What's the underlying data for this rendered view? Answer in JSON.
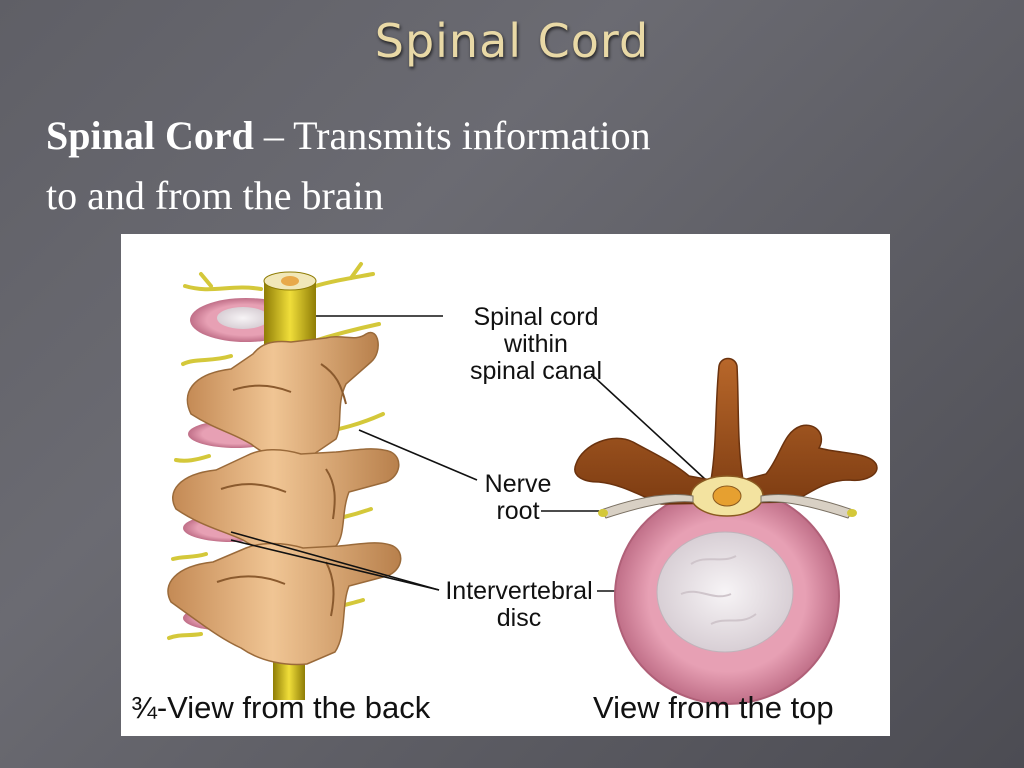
{
  "slide": {
    "title": "Spinal Cord",
    "term": "Spinal Cord",
    "dash": " – ",
    "definition_line1": "Transmits information",
    "definition_line2": "to and from the brain"
  },
  "figure": {
    "labels": {
      "spinal_cord_1": "Spinal cord",
      "spinal_cord_2": "within",
      "spinal_cord_3": "spinal canal",
      "nerve_root_1": "Nerve",
      "nerve_root_2": "root",
      "disc_1": "Intervertebral",
      "disc_2": "disc"
    },
    "captions": {
      "back_view": "¾-View from the back",
      "top_view": "View from the top"
    },
    "colors": {
      "bone": "#e3b27e",
      "bone_dark": "#b9834f",
      "cord": "#d9c21a",
      "disc": "#e49bb0",
      "disc_core": "#ece6ea",
      "top_bone": "#a4561e",
      "nerve": "#d4c83a"
    }
  }
}
